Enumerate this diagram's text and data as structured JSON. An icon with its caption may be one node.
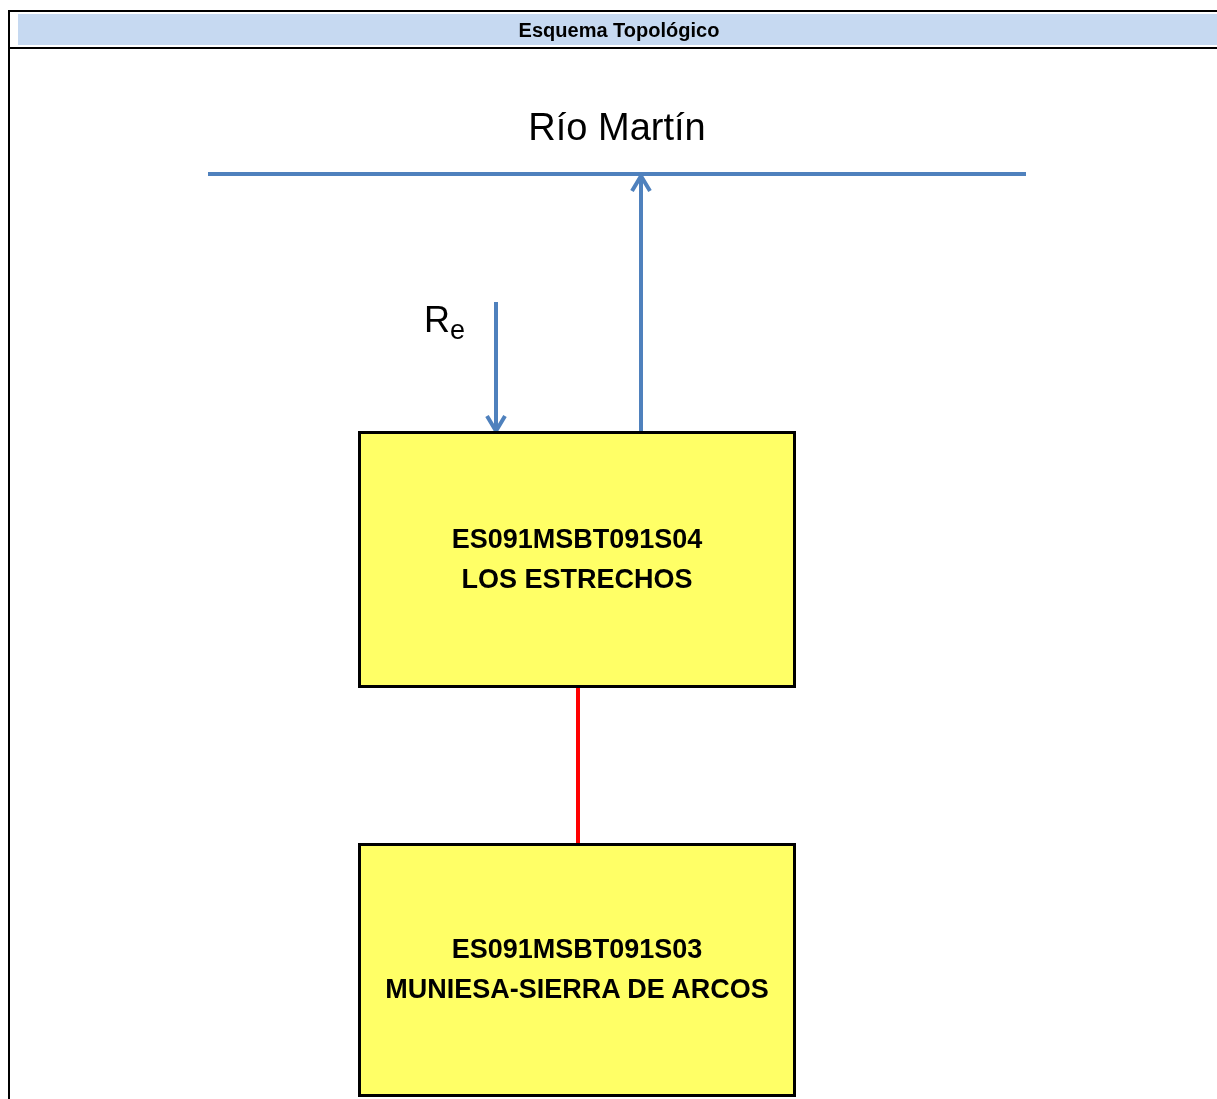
{
  "diagram": {
    "title": "Esquema Topológico",
    "nodes": [
      {
        "text": [
          "Río Martín"
        ]
      },
      {
        "text": [
          "ES091MSBT091S04",
          "LOS ESTRECHOS"
        ]
      },
      {
        "text": [
          "ES091MSBT091S03",
          "MUNIESA-SIERRA DE ARCOS"
        ]
      }
    ],
    "edges": [
      {
        "from": 1,
        "to": 0,
        "arrow": "to"
      },
      {
        "from": null,
        "to": 1,
        "arrow": "to",
        "label": "R$_{e}$"
      },
      {
        "from": 1,
        "to": 2,
        "arrow": "none",
        "color": "#ff0000"
      }
    ]
  }
}
